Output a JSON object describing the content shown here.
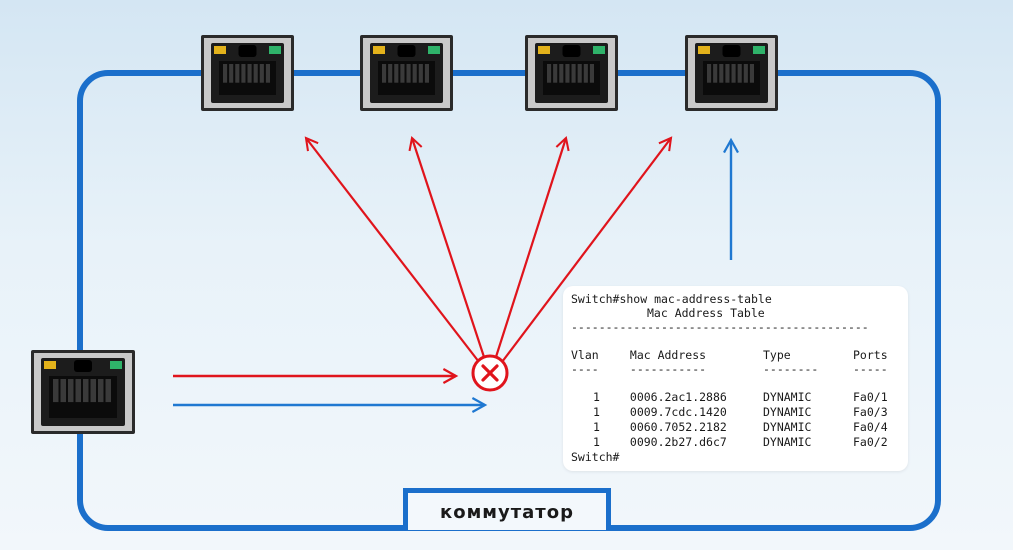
{
  "switch_label": "коммутатор",
  "colors": {
    "frame": "#1b6fcb",
    "red_arrow": "#e0141c",
    "blue_arrow": "#1f78d1",
    "port_body": "#1c1c1c",
    "port_frame": "#c9c9c9"
  },
  "ports": {
    "source": {
      "name": "source-port"
    },
    "destinations": [
      {
        "name": "port-1"
      },
      {
        "name": "port-2"
      },
      {
        "name": "port-3"
      },
      {
        "name": "port-4"
      }
    ]
  },
  "terminal": {
    "command": "Switch#show mac-address-table",
    "title": "Mac Address Table",
    "separator": "-------------------------------------------",
    "columns": [
      "Vlan",
      "Mac Address",
      "Type",
      "Ports"
    ],
    "column_dashes": [
      "----",
      "-----------",
      "--------",
      "-----"
    ],
    "rows": [
      {
        "vlan": "1",
        "mac": "0006.2ac1.2886",
        "type": "DYNAMIC",
        "port": "Fa0/1"
      },
      {
        "vlan": "1",
        "mac": "0009.7cdc.1420",
        "type": "DYNAMIC",
        "port": "Fa0/3"
      },
      {
        "vlan": "1",
        "mac": "0060.7052.2182",
        "type": "DYNAMIC",
        "port": "Fa0/4"
      },
      {
        "vlan": "1",
        "mac": "0090.2b27.d6c7",
        "type": "DYNAMIC",
        "port": "Fa0/2"
      }
    ],
    "prompt": "Switch#"
  },
  "icons": {
    "block": "x-circle-icon",
    "port": "rj45-port-icon"
  }
}
